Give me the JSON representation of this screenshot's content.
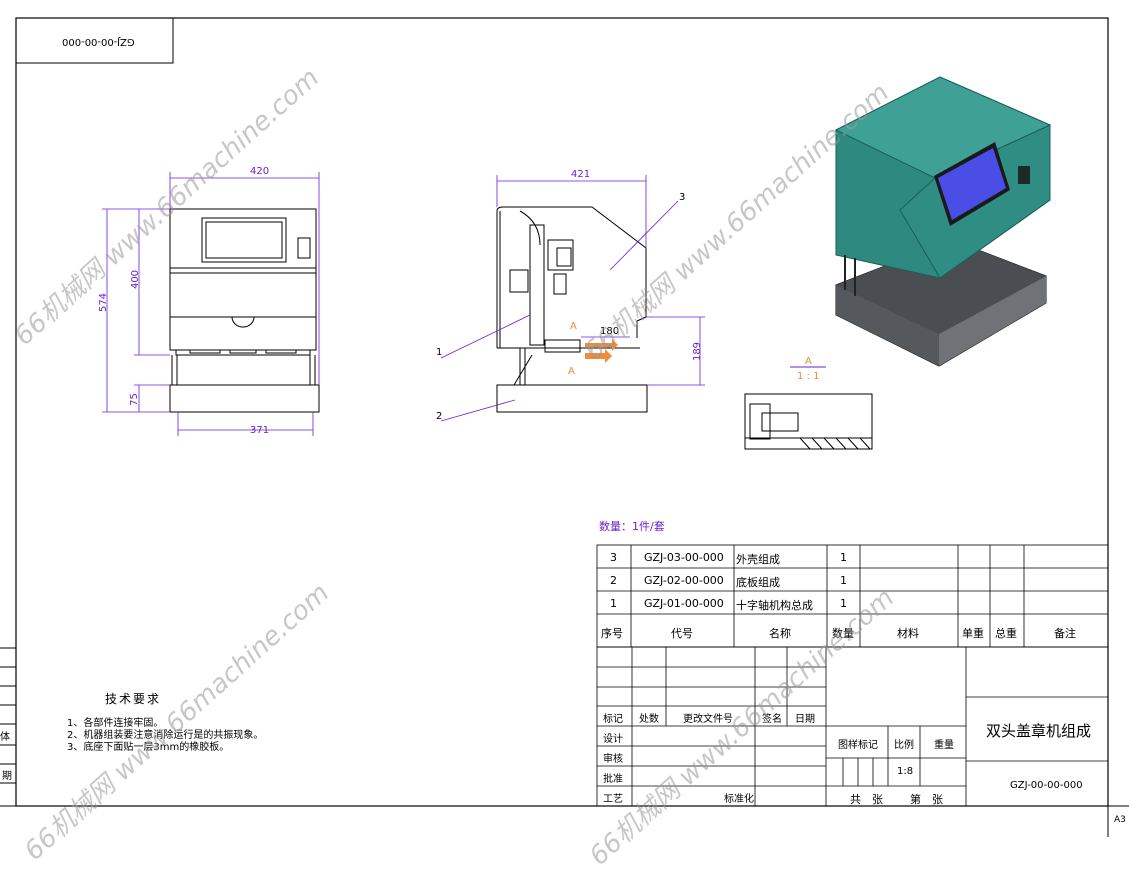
{
  "drawing_no_rotated": "GZJ-00-00-000",
  "sheet_size": "A3",
  "watermark": "66机械网 www.66machine.com",
  "front_view": {
    "width": "420",
    "height_total": "574",
    "height_upper": "400",
    "base_height": "75",
    "base_width": "371"
  },
  "side_view": {
    "width": "421",
    "offset": "180",
    "height": "189",
    "callouts": [
      "1",
      "2",
      "3"
    ],
    "section_marks": [
      "A",
      "A"
    ]
  },
  "section_detail": {
    "label": "A",
    "scale": "1 : 1"
  },
  "quantity_note": "数量：1件/套",
  "parts": [
    {
      "seq": "3",
      "code": "GZJ-03-00-000",
      "name": "外壳组成",
      "qty": "1"
    },
    {
      "seq": "2",
      "code": "GZJ-02-00-000",
      "name": "底板组成",
      "qty": "1"
    },
    {
      "seq": "1",
      "code": "GZJ-01-00-000",
      "name": "十字轴机构总成",
      "qty": "1"
    }
  ],
  "bom_header": {
    "seq": "序号",
    "code": "代号",
    "name": "名称",
    "qty": "数量",
    "material": "材料",
    "unit_weight": "单重",
    "total_weight": "总重",
    "remark": "备注"
  },
  "tech_req": {
    "title": "技术要求",
    "items": [
      "1、各部件连接牢固。",
      "2、机器组装要注意消除运行是的共振现象。",
      "3、底座下面贴一层3mm的橡胶板。"
    ]
  },
  "title_block": {
    "rev_headers": [
      "标记",
      "处数",
      "更改文件号",
      "签名",
      "日期"
    ],
    "roles": [
      "设计",
      "审核",
      "批准",
      "工艺"
    ],
    "std": "标准化",
    "pattern_mark": "图样标记",
    "scale_label": "比例",
    "weight_label": "重量",
    "scale": "1:8",
    "sheets_total": "共　张",
    "sheet_no": "第　张",
    "title": "双头盖章机组成",
    "drawing_no": "GZJ-00-00-000"
  },
  "left_stub": [
    "体",
    "期"
  ]
}
